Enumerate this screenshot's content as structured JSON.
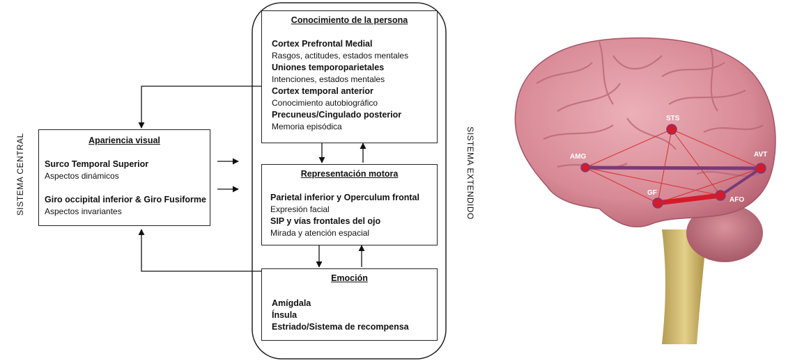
{
  "labels": {
    "central": "SISTEMA CENTRAL",
    "extended": "SISTEMA EXTENDIDO"
  },
  "visual": {
    "title": "Apariencia visual",
    "lines": [
      {
        "text": "Surco Temporal Superior",
        "bold": true
      },
      {
        "text": "Aspectos dinámicos",
        "bold": false
      },
      {
        "text": "Giro occipital inferior & Giro Fusiforme",
        "bold": true
      },
      {
        "text": "Aspectos invariantes",
        "bold": false
      }
    ]
  },
  "person": {
    "title": "Conocimiento de la persona",
    "lines": [
      {
        "text": "Cortex Prefrontal Medial",
        "bold": true
      },
      {
        "text": "Rasgos, actitudes, estados mentales",
        "bold": false
      },
      {
        "text": "Uniones temporoparietales",
        "bold": true
      },
      {
        "text": "Intenciones, estados mentales",
        "bold": false
      },
      {
        "text": "Cortex temporal anterior",
        "bold": true
      },
      {
        "text": "Conocimiento autobiográfico",
        "bold": false
      },
      {
        "text": "Precuneus/Cingulado posterior",
        "bold": true
      },
      {
        "text": "Memoria episódica",
        "bold": false
      }
    ]
  },
  "motor": {
    "title": "Representación motora",
    "lines": [
      {
        "text": "Parietal inferior y Operculum frontal",
        "bold": true
      },
      {
        "text": "Expresión facial",
        "bold": false
      },
      {
        "text": "SIP y vías frontales del ojo",
        "bold": true
      },
      {
        "text": "Mirada y atención espacial",
        "bold": false
      }
    ]
  },
  "emotion": {
    "title": "Emoción",
    "lines": [
      {
        "text": "Amígdala",
        "bold": true
      },
      {
        "text": "Ínsula",
        "bold": true
      },
      {
        "text": "Estriado/Sistema de recompensa",
        "bold": true
      }
    ]
  },
  "brain": {
    "nodes": [
      "STS",
      "AMG",
      "AVT",
      "GF",
      "AFO"
    ]
  },
  "colors": {
    "node": "#d61a2a",
    "strong_link": "#d61a2a",
    "purple_link": "#7a3a78",
    "thin_link": "#d63030",
    "brain": "#d9919b",
    "stem": "#d8c37a"
  }
}
